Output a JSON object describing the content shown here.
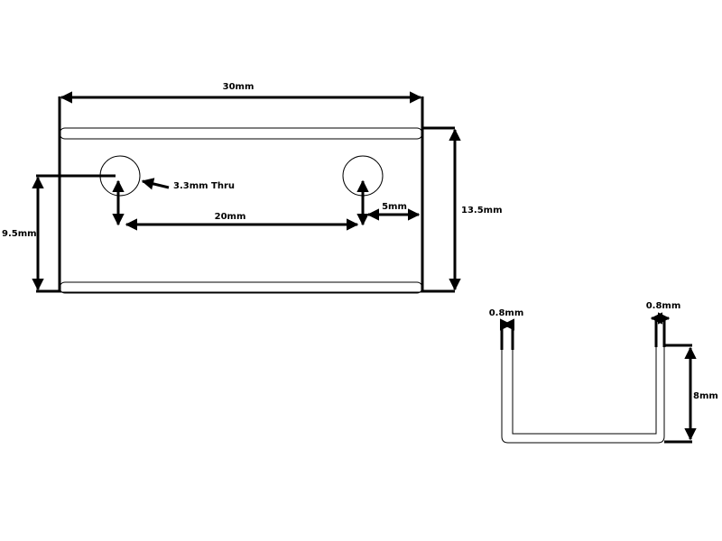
{
  "labels": {
    "width": "30mm",
    "height": "13.5mm",
    "hole_diameter": "3.3mm Thru",
    "hole_spacing": "20mm",
    "hole_edge_offset": "5mm",
    "hole_height": "9.5mm",
    "wall_thickness_left": "0.8mm",
    "wall_thickness_right": "0.8mm",
    "channel_height": "8mm"
  }
}
